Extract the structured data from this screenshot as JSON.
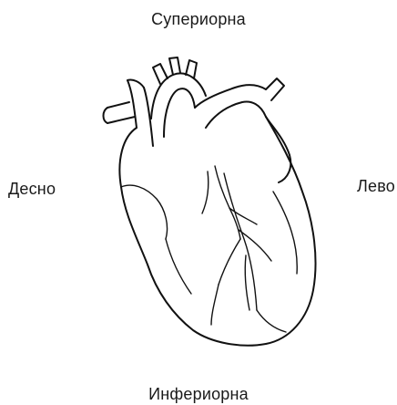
{
  "labels": {
    "superior": "Супериорна",
    "inferior": "Инфериорна",
    "right_side": "Десно",
    "left_side": "Лево"
  },
  "colors": {
    "line": "#111111",
    "text": "#1a1a1a",
    "background": "#ffffff"
  }
}
